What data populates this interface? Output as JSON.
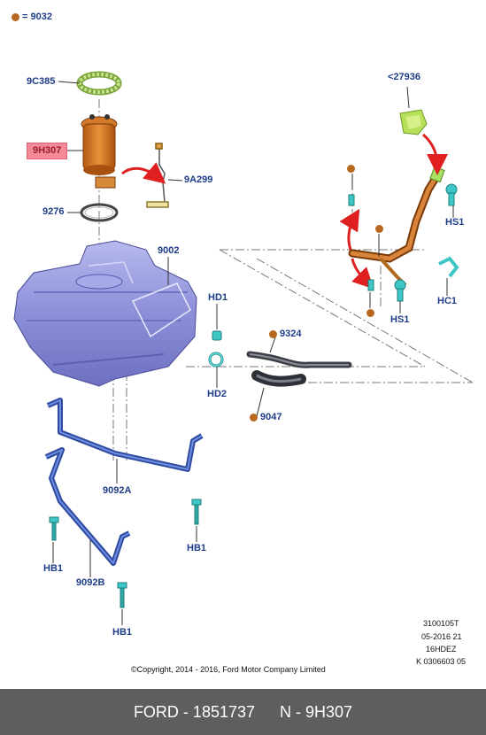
{
  "legend": {
    "text": "= 9032"
  },
  "labels": {
    "9C385": "9C385",
    "9H307": "9H307",
    "9A299": "9A299",
    "9276": "9276",
    "9002": "9002",
    "HD1": "HD1",
    "HD2": "HD2",
    "9324": "9324",
    "9047": "9047",
    "9092A": "9092A",
    "9092B": "9092B",
    "HB1_left": "HB1",
    "HB1_mid": "HB1",
    "HB1_bottom": "HB1",
    "c27936": "<27936",
    "HS1_top": "HS1",
    "HS1_bottom": "HS1",
    "HC1": "HC1"
  },
  "meta": {
    "line1": "3100105T",
    "line2": "05-2016 21",
    "line3": "16HDEZ",
    "line4": "K 0306603 05"
  },
  "copyright": "©Copyright, 2014 - 2016, Ford Motor Company Limited",
  "footer": {
    "part": "FORD - 1851737",
    "code": "N - 9H307"
  },
  "colors": {
    "label": "#1f3c88",
    "highlight": "#f48a98",
    "tank": "#8c8fd8",
    "pipe": "#c06a1c",
    "strap": "#3d5bb8",
    "arrow": "#e02020",
    "clip": "#3fc7c7",
    "ring": "#a9d46b",
    "dot": "#b8671e"
  }
}
